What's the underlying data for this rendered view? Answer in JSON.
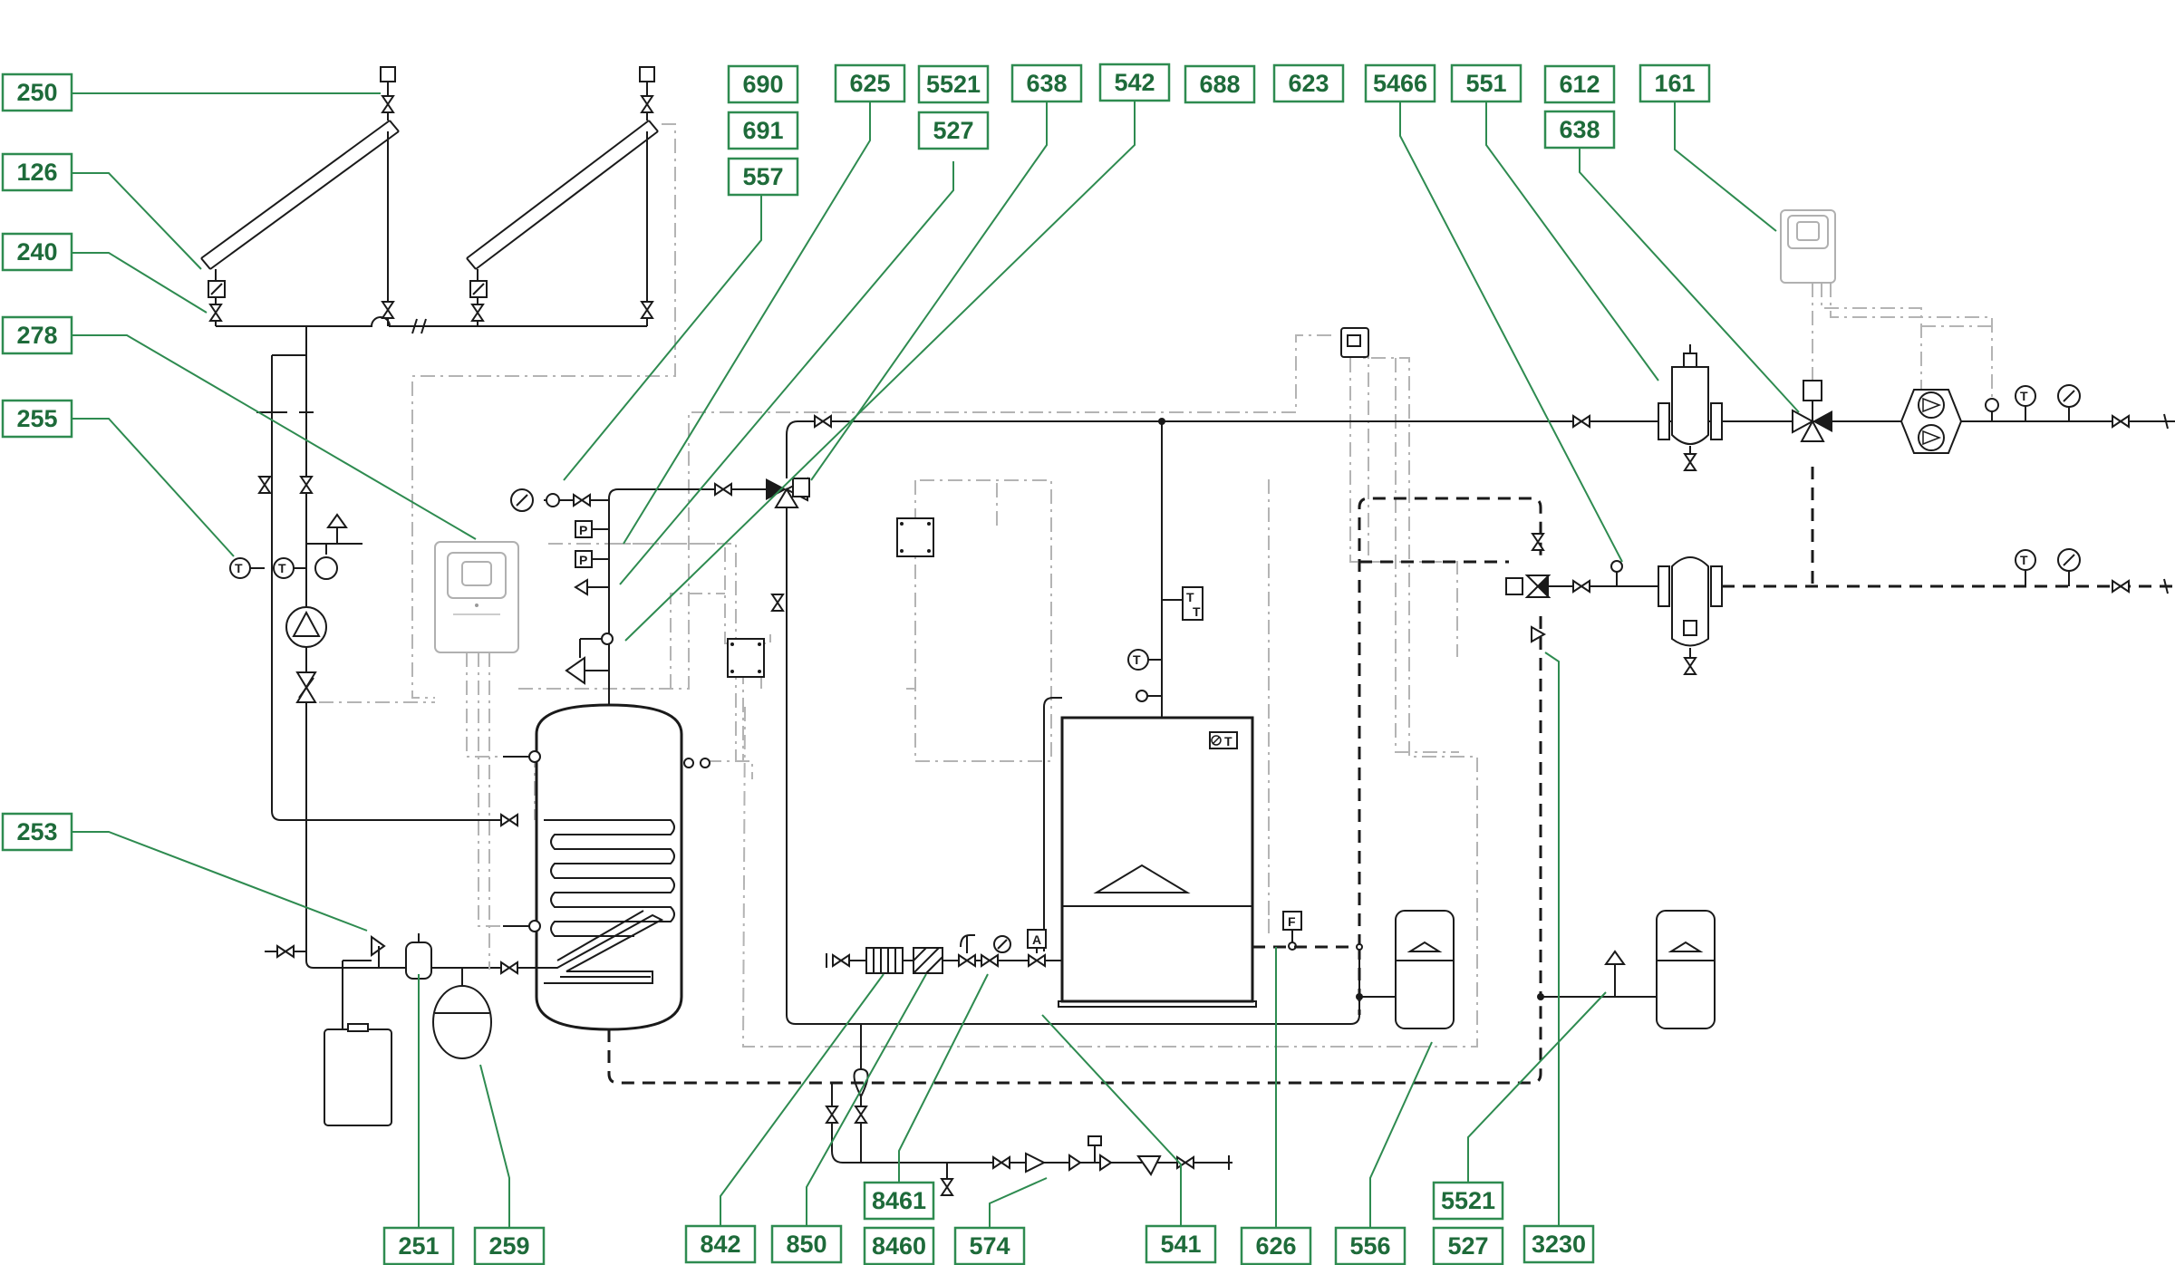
{
  "diagram": {
    "callouts": [
      "250",
      "126",
      "240",
      "278",
      "255",
      "253",
      "690",
      "691",
      "557",
      "625",
      "5521",
      "527",
      "638",
      "542",
      "688",
      "623",
      "5466",
      "551",
      "612",
      "638",
      "161",
      "251",
      "259",
      "842",
      "850",
      "8461",
      "8460",
      "574",
      "541",
      "626",
      "556",
      "5521",
      "527",
      "3230"
    ],
    "symbol_letters": {
      "temperature": "T",
      "pressure": "P",
      "flow": "F",
      "actuator": "A"
    },
    "icons": [
      "solar-collector-icon",
      "storage-tank-icon",
      "boiler-icon",
      "pump-icon",
      "controller-icon",
      "valve-icon",
      "three-way-valve-icon",
      "expansion-vessel-icon",
      "separator-icon",
      "thermometer-icon",
      "manometer-icon",
      "safety-valve-icon"
    ],
    "colors": {
      "callout_border": "#2e8b50",
      "callout_text": "#1e6b3a",
      "pipe": "#1a1a1a",
      "control_line": "#b4b4b4"
    }
  }
}
